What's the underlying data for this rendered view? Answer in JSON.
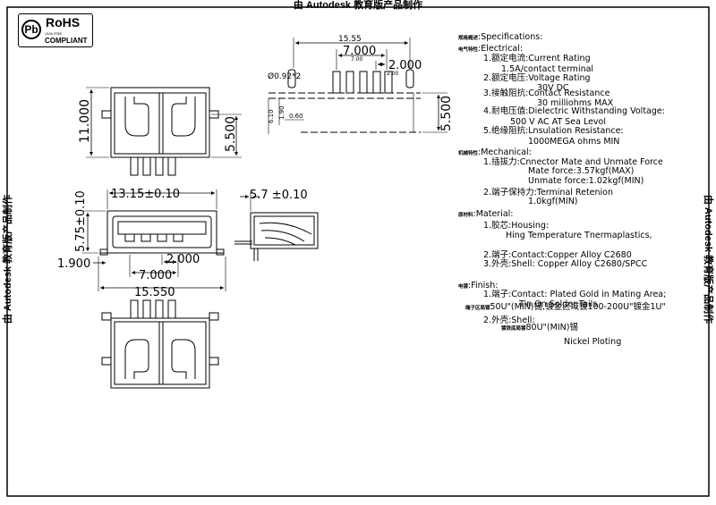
{
  "banner": {
    "top": "由 Autodesk 教育版产品制作",
    "left": "由 Autodesk 教育版产品制作",
    "right": "由 Autodesk 教育版产品制作"
  },
  "logo": {
    "title": "RoHS",
    "small": "LEAD FREE",
    "compliant": "COMPLIANT",
    "mark": "Pb"
  },
  "dimensions": {
    "top_view_height": "11.000",
    "top_view_width": "5.500",
    "front_width": "13.15±0.10",
    "front_height": "5.75±0.10",
    "front_offset": "1.900",
    "pin_span_front": "7.000",
    "pin_pitch_front": "2.000",
    "overall_width": "15.550",
    "side_height": "5.7 ±0.10",
    "pcb_total": "15.55",
    "pcb_span": "7.000",
    "pcb_span_small": "7.00",
    "pcb_pitch": "2.000",
    "pcb_pitch_small": "2.00",
    "pcb_hole": "Ø0.92*2",
    "pcb_v1": "6.10",
    "pcb_v2": "1.90",
    "pcb_h1": "0.60",
    "pcb_right": "5.500"
  },
  "specs": [
    {
      "cn": "规格概述",
      "text": ":Specifications:",
      "indent": 0
    },
    {
      "cn": "电气特性",
      "text": ":Electrical:",
      "indent": 0
    },
    {
      "cn": "",
      "text": "1.额定电流:Current  Rating",
      "indent": 1
    },
    {
      "cn": "",
      "text": "1.5A/contact  terminal",
      "indent": 2
    },
    {
      "cn": "",
      "text": "2.额定电压:Voltage  Rating",
      "indent": 1
    },
    {
      "cn": "",
      "text": "30V  DC",
      "indent": 3
    },
    {
      "cn": "",
      "text": "3.接触阻抗:Contact  Resistance",
      "indent": 1
    },
    {
      "cn": "",
      "text": "30  milliohms  MAX",
      "indent": 3
    },
    {
      "cn": "",
      "text": "4.耐电压值:Dielectric  Withstanding  Voltage:",
      "indent": 1
    },
    {
      "cn": "",
      "text": "500  V  AC  AT  Sea  Levol",
      "indent": 4
    },
    {
      "cn": "",
      "text": "5.绝缘阻抗:Lnsulation  Resistance:",
      "indent": 1
    },
    {
      "cn": "",
      "text": "1000MEGA  ohms  MIN",
      "indent": 5
    },
    {
      "cn": "机械特性",
      "text": ":Mechanical:",
      "indent": 0
    },
    {
      "cn": "",
      "text": "1.插拔力:Cnnector  Mate  and  Unmate  Force",
      "indent": 1
    },
    {
      "cn": "",
      "text": "Mate  force:3.57kgf(MAX)",
      "indent": 6
    },
    {
      "cn": "",
      "text": "Unmate  force:1.02kgf(MIN)",
      "indent": 6
    },
    {
      "cn": "",
      "text": "2.端子保持力:Terminal  Retenion",
      "indent": 1
    },
    {
      "cn": "",
      "text": "1.0kgf(MIN)",
      "indent": 7
    },
    {
      "cn": "原材料",
      "text": ":Material:",
      "indent": 0
    },
    {
      "cn": "",
      "text": "1.胶芯:Housing:",
      "indent": 1
    },
    {
      "cn": "",
      "text": "Hing  Temperature    Tnermaplastics,",
      "indent": 8
    },
    {
      "cn": "",
      "text": "2.端子:Contact:Copper  Alloy  C2680",
      "indent": 1
    },
    {
      "cn": "",
      "text": "3.外壳:Shell:  Copper  Alloy  C2680/SPCC",
      "indent": 1
    },
    {
      "cn": "电镀",
      "text": ":Finish:",
      "indent": 0
    },
    {
      "cn": "",
      "text": "1.端子:Contact:  Plated  Gold  in  Mating  Area;",
      "indent": 1
    },
    {
      "cn": "",
      "text": "Tin  On  Solder  Tails",
      "indent": 9
    },
    {
      "cn": "端子区局镀",
      "text": "50U\"(MIN)锡,镀金区域镀100-200U\"镀金1U\"",
      "indent": 10
    },
    {
      "cn": "",
      "text": "2.外壳:Shell:",
      "indent": 1
    },
    {
      "cn": "镀铁底局镀",
      "text": "80U\"(MIN)锡",
      "indent": 11
    },
    {
      "cn": "",
      "text": "Nickel  Ploting",
      "indent": 12
    }
  ]
}
